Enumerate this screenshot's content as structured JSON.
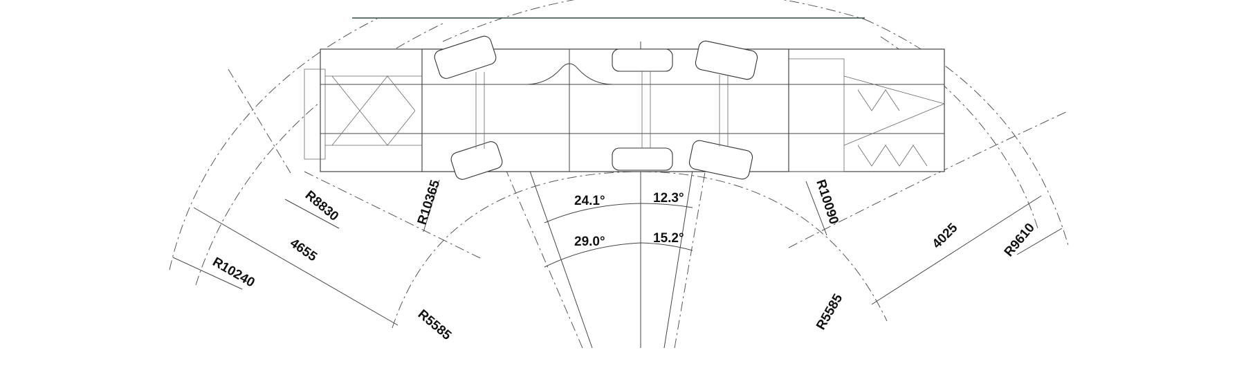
{
  "title": "Crane turning radius plan view",
  "dimensions": {
    "left_r8830": "R8830",
    "left_r10365": "R10365",
    "left_span": "4655",
    "left_r10240": "R10240",
    "left_r5585": "R5585",
    "right_r10090": "R10090",
    "right_r5585": "R5585",
    "right_span": "4025",
    "right_r9610": "R9610"
  },
  "angles": {
    "inner_front": "24.1°",
    "inner_rear": "12.3°",
    "outer_front": "29.0°",
    "outer_rear": "15.2°"
  }
}
